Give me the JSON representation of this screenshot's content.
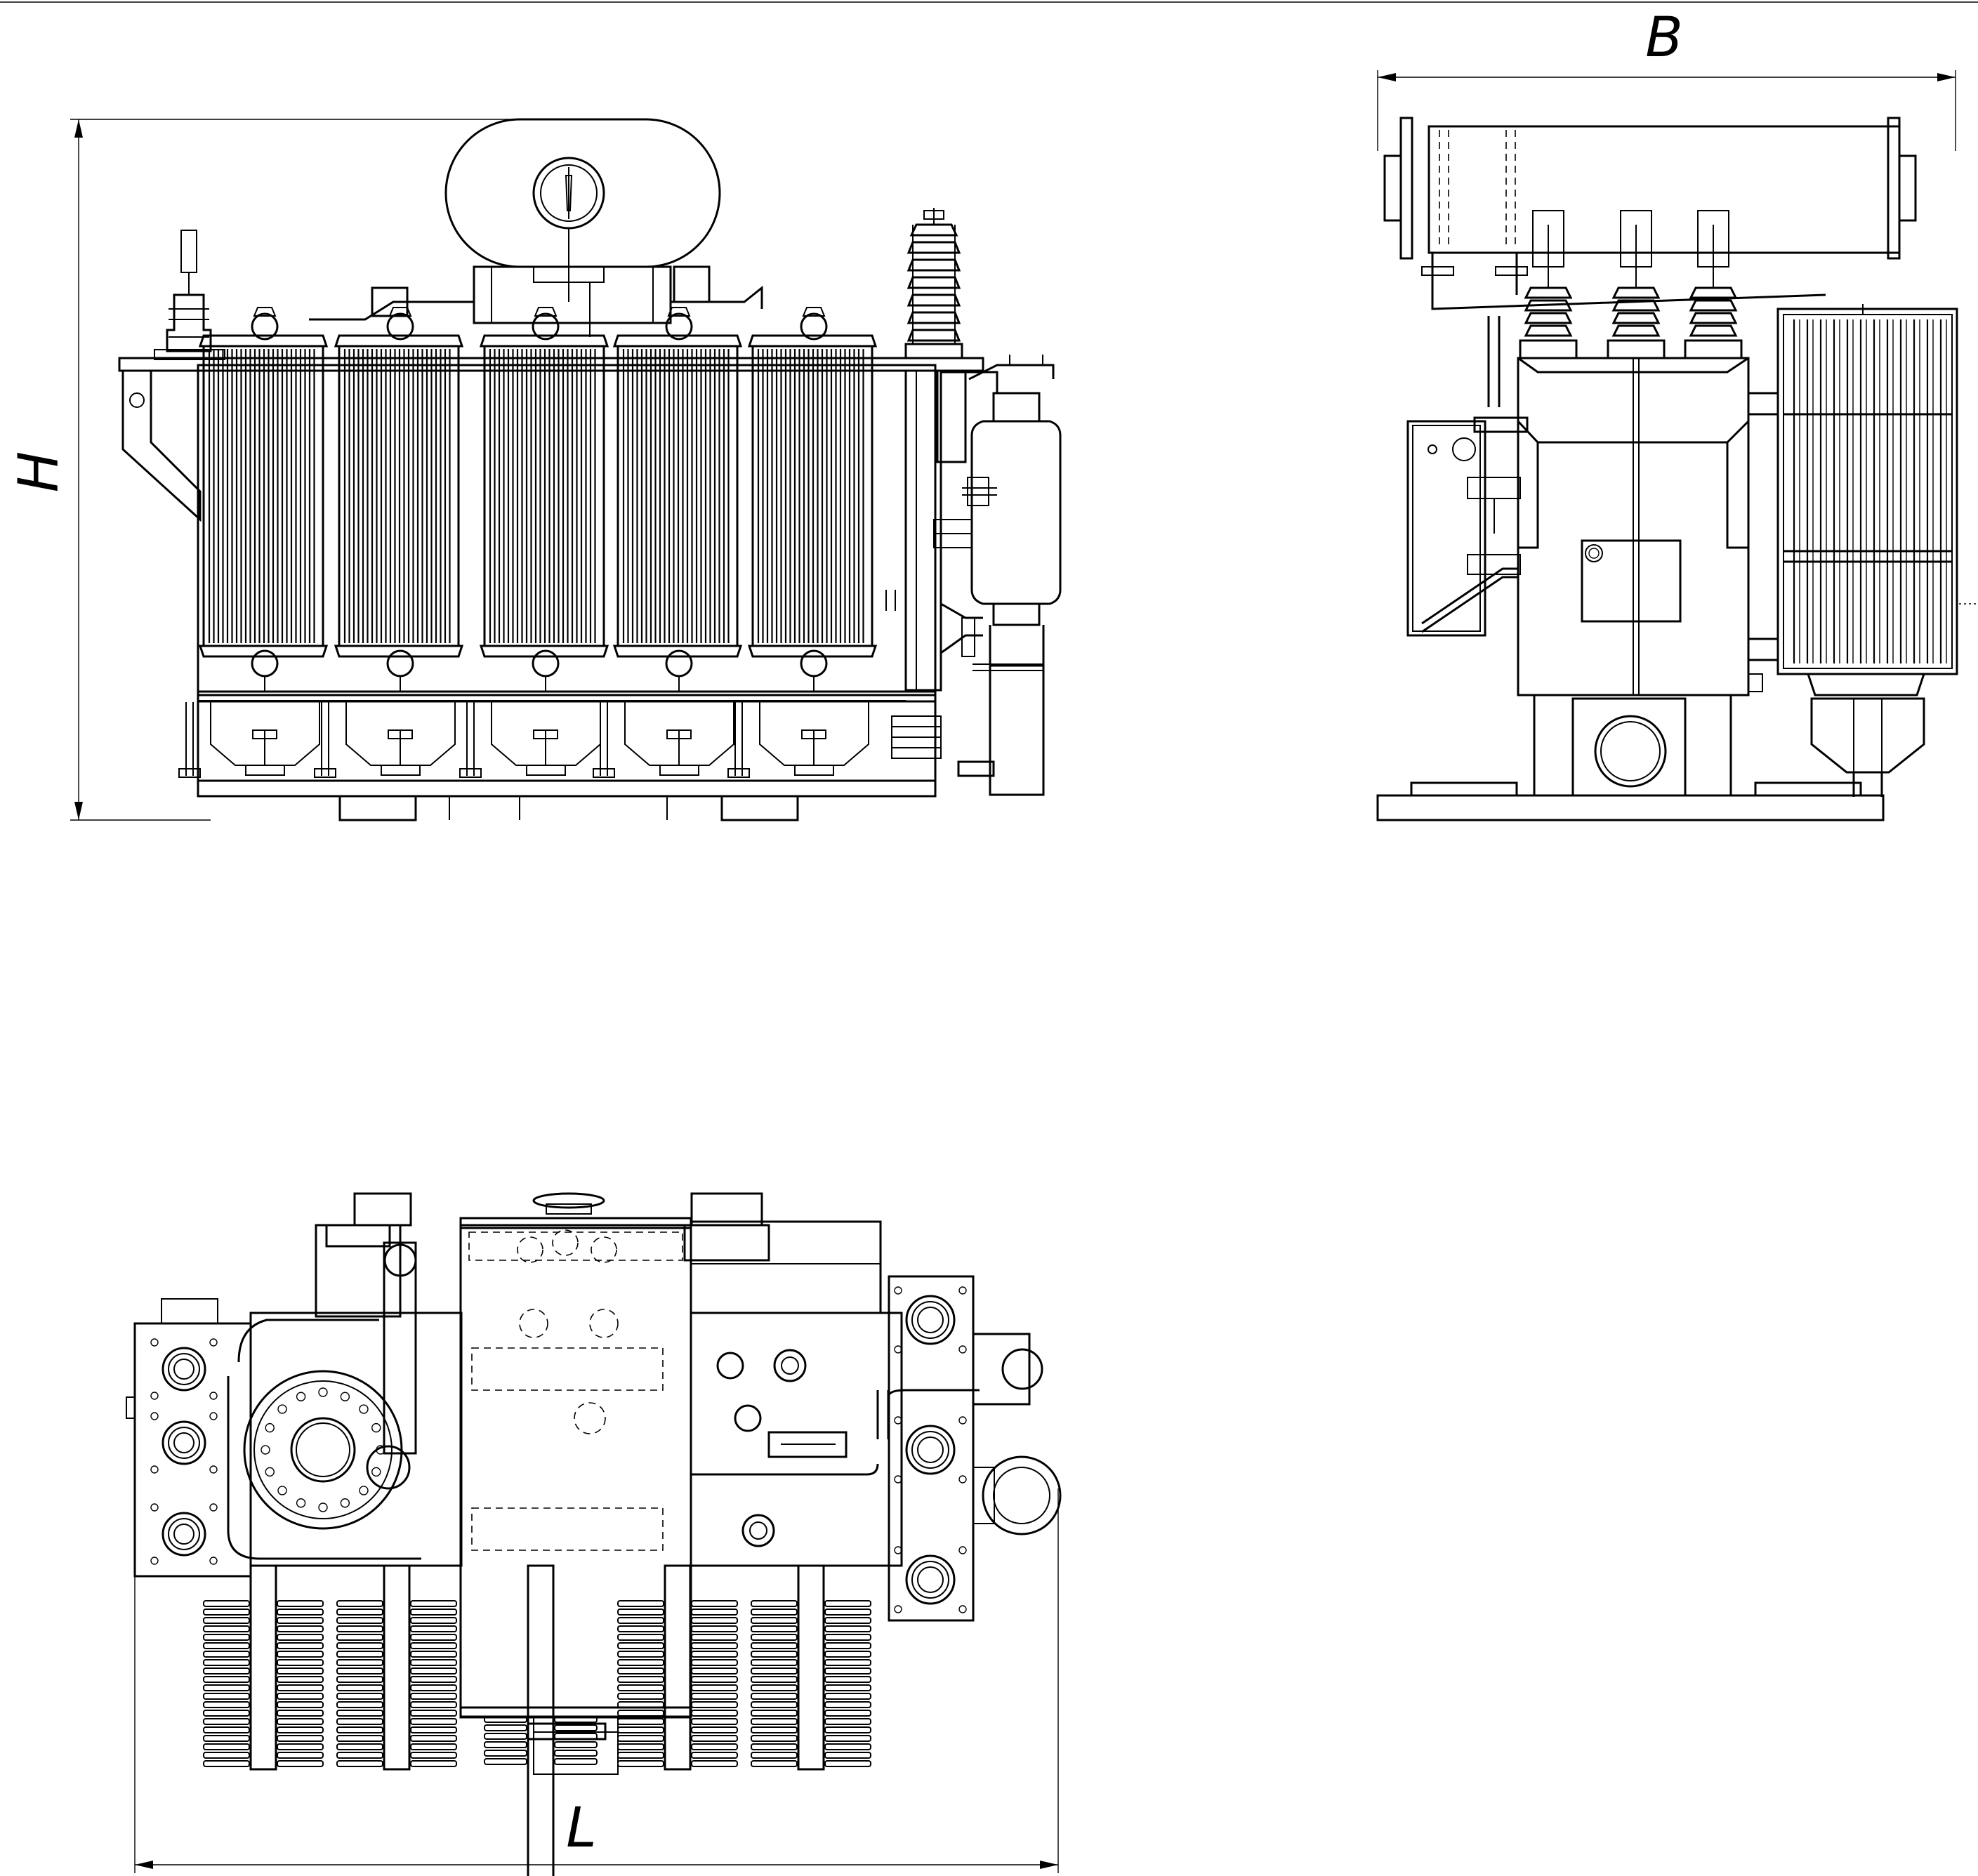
{
  "dimensions": {
    "height_label": "H",
    "width_label": "B",
    "length_label": "L"
  },
  "views": [
    {
      "id": "front-view"
    },
    {
      "id": "side-view"
    },
    {
      "id": "top-view"
    }
  ],
  "colors": {
    "line": "#000000",
    "background": "#ffffff"
  },
  "radiator_count": 5
}
